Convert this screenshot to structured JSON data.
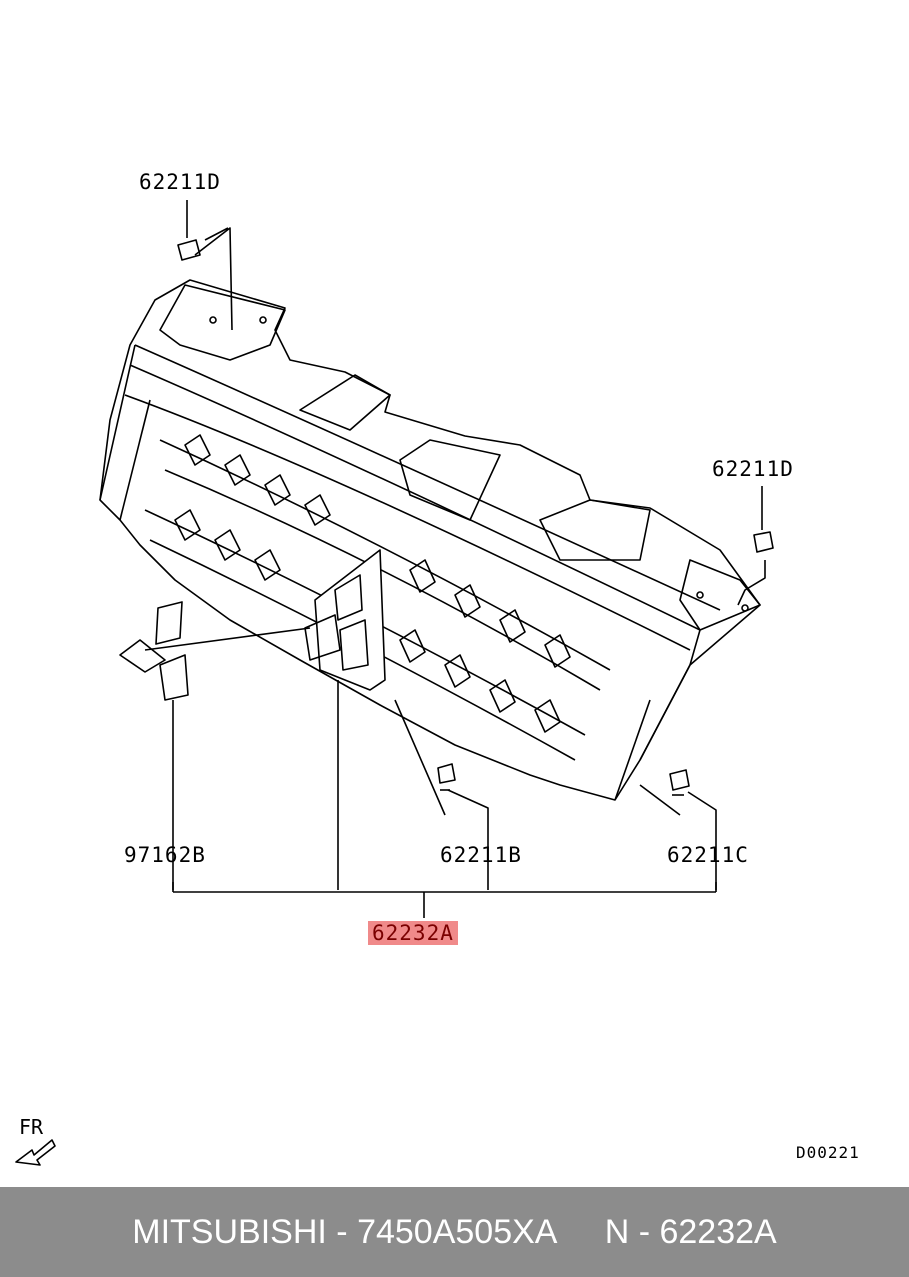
{
  "diagram": {
    "callouts": {
      "top_left_bolt": "62211D",
      "right_bolt": "62211D",
      "emblem": "97162B",
      "lower_clip": "62211B",
      "right_clip": "62211C",
      "main_part": "62232A"
    },
    "diagram_code": "D00221",
    "direction_label": "FR",
    "highlight_color": "#f08a8a"
  },
  "footer": {
    "brand": "MITSUBISHI",
    "separator1": " - ",
    "part_number": "7450A505XA",
    "gap": "     ",
    "prefix": "N",
    "separator2": " - ",
    "ref": "62232A"
  }
}
